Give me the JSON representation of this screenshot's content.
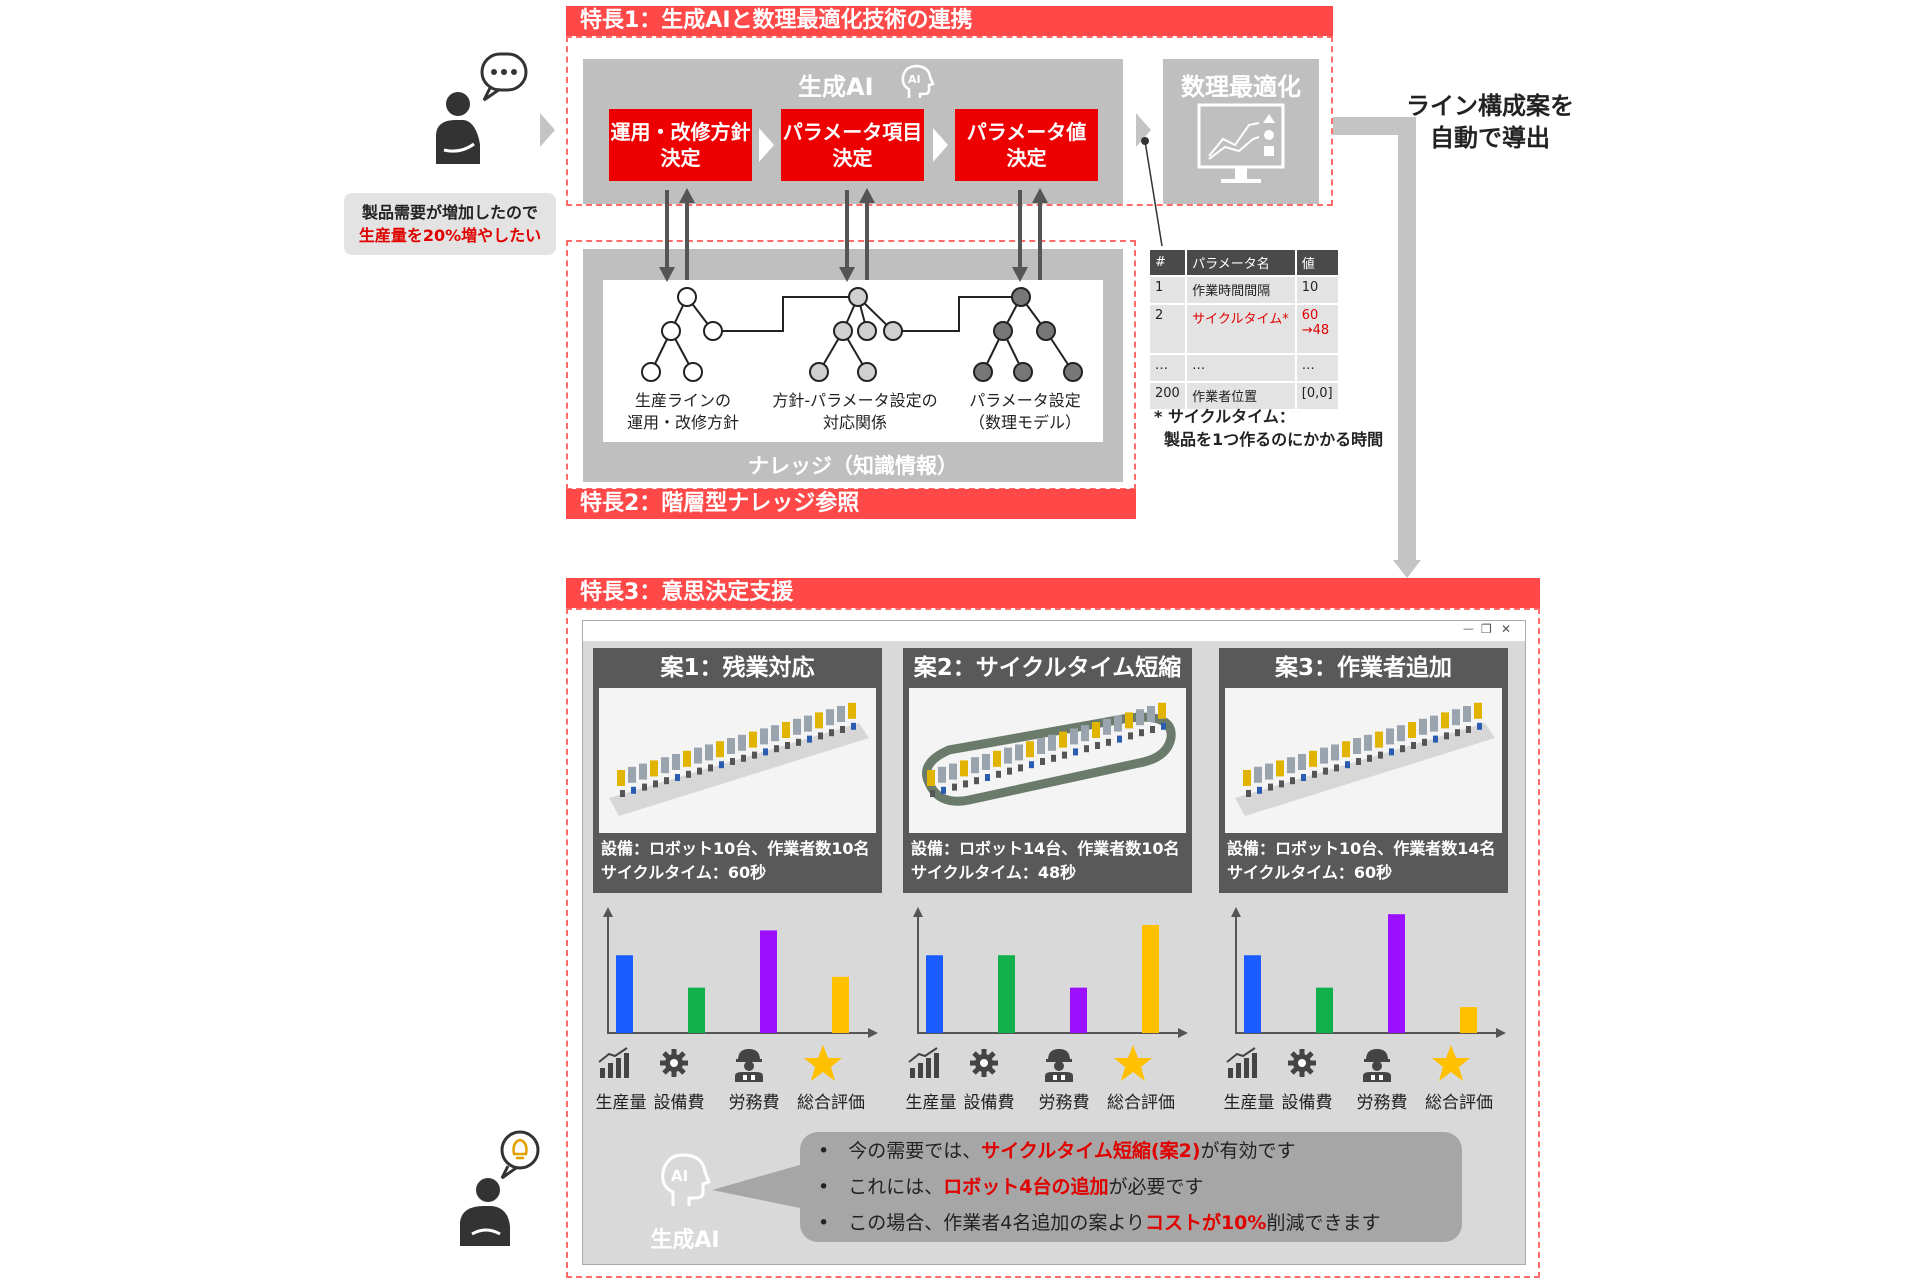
{
  "feature1": {
    "title": "特長1：生成AIと数理最適化技術の連携",
    "gen_ai_label": "生成AI",
    "ai_badge": "AI",
    "steps": [
      "運用・改修方針\n決定",
      "パラメータ項目\n決定",
      "パラメータ値\n決定"
    ],
    "optimization_label": "数理最適化"
  },
  "user_request": {
    "line1": "製品需要が増加したので",
    "line2": "生産量を20%増やしたい"
  },
  "output_label": {
    "line1": "ライン構成案を",
    "line2": "自動で導出"
  },
  "feature2": {
    "title": "特長2：階層型ナレッジ参照",
    "knowledge_label": "ナレッジ（知識情報）",
    "trees": [
      {
        "line1": "生産ラインの",
        "line2": "運用・改修方針"
      },
      {
        "line1": "方針-パラメータ設定の",
        "line2": "対応関係"
      },
      {
        "line1": "パラメータ設定",
        "line2": "（数理モデル）"
      }
    ]
  },
  "param_table": {
    "headers": [
      "#",
      "パラメータ名",
      "値"
    ],
    "rows": [
      [
        "1",
        "作業時間間隔",
        "10"
      ],
      [
        "2",
        "サイクルタイム*",
        "60\n→48"
      ],
      [
        "…",
        "…",
        "…"
      ],
      [
        "200",
        "作業者位置",
        "[0,0]"
      ]
    ]
  },
  "footnote": {
    "line1": "* サイクルタイム：",
    "line2": "製品を1つ作るのにかかる時間"
  },
  "feature3": {
    "title": "特長3：意思決定支援"
  },
  "window_controls": {
    "min": "—",
    "max": "❐",
    "close": "✕"
  },
  "plans": [
    {
      "title": "案1：残業対応",
      "text": "設備：ロボット10台、作業者数10名\nサイクルタイム：60秒",
      "values": [
        0.72,
        0.42,
        0.95,
        0.52
      ]
    },
    {
      "title": "案2：サイクルタイム短縮",
      "text": "設備：ロボット14台、作業者数10名\nサイクルタイム：48秒",
      "values": [
        0.72,
        0.72,
        0.42,
        1.0
      ]
    },
    {
      "title": "案3：作業者追加",
      "text": "設備：ロボット10台、作業者数14名\nサイクルタイム：60秒",
      "values": [
        0.72,
        0.42,
        1.1,
        0.24
      ]
    }
  ],
  "metrics": [
    "生産量",
    "設備費",
    "労務費",
    "総合評価"
  ],
  "metric_colors": [
    "#1a5cff",
    "#11b04a",
    "#9b11ff",
    "#ffc000"
  ],
  "ai_output": {
    "badge": "AI",
    "label": "生成AI",
    "bullet": "•",
    "l1a": "今の需要では、",
    "l1b": "サイクルタイム短縮(案2)",
    "l1c": "が有効です",
    "l2a": "これには、",
    "l2b": "ロボット4台の追加",
    "l2c": "が必要です",
    "l3a": "この場合、作業者4名追加の案より",
    "l3b": "コストが10%",
    "l3c": "削減できます"
  },
  "chart_data": [
    {
      "type": "bar",
      "categories": [
        "生産量",
        "設備費",
        "労務費",
        "総合評価"
      ],
      "values": [
        0.72,
        0.42,
        0.95,
        0.52
      ]
    },
    {
      "type": "bar",
      "categories": [
        "生産量",
        "設備費",
        "労務費",
        "総合評価"
      ],
      "values": [
        0.72,
        0.72,
        0.42,
        1.0
      ]
    },
    {
      "type": "bar",
      "categories": [
        "生産量",
        "設備費",
        "労務費",
        "総合評価"
      ],
      "values": [
        0.72,
        0.42,
        1.1,
        0.24
      ]
    }
  ]
}
